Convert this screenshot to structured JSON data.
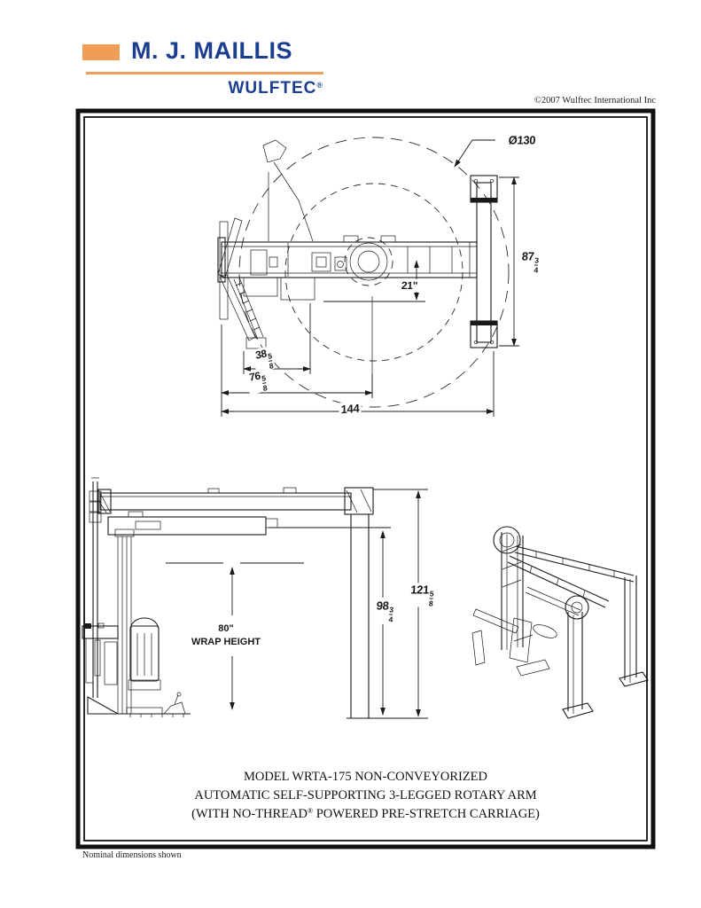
{
  "header": {
    "brand": "M. J. MAILLIS",
    "sub_brand": "WULFTEC",
    "registered_mark": "®",
    "copyright": "©2007 Wulftec International Inc",
    "brand_color": "#1c3e90",
    "accent_color": "#f09d57"
  },
  "top_view": {
    "diameter": "Ø130",
    "arm_height": {
      "whole": "87",
      "num": "3",
      "den": "4"
    },
    "center_offset": "21\"",
    "width_inner": {
      "whole": "38",
      "num": "5",
      "den": "8"
    },
    "width_mid": {
      "whole": "76",
      "num": "5",
      "den": "8"
    },
    "width_total": "144"
  },
  "front_view": {
    "wrap_height_value": "80\"",
    "wrap_height_label": "WRAP HEIGHT",
    "beam_height": {
      "whole": "98",
      "num": "3",
      "den": "4"
    },
    "total_height": {
      "whole": "121",
      "num": "5",
      "den": "8"
    }
  },
  "title_block": {
    "line1": "MODEL WRTA-175 NON-CONVEYORIZED",
    "line2": "AUTOMATIC SELF-SUPPORTING 3-LEGGED ROTARY ARM",
    "line3_prefix": "(WITH NO-THREAD",
    "line3_reg": "®",
    "line3_suffix": " POWERED PRE-STRETCH CARRIAGE)"
  },
  "footer": {
    "note": "Nominal dimensions shown"
  }
}
